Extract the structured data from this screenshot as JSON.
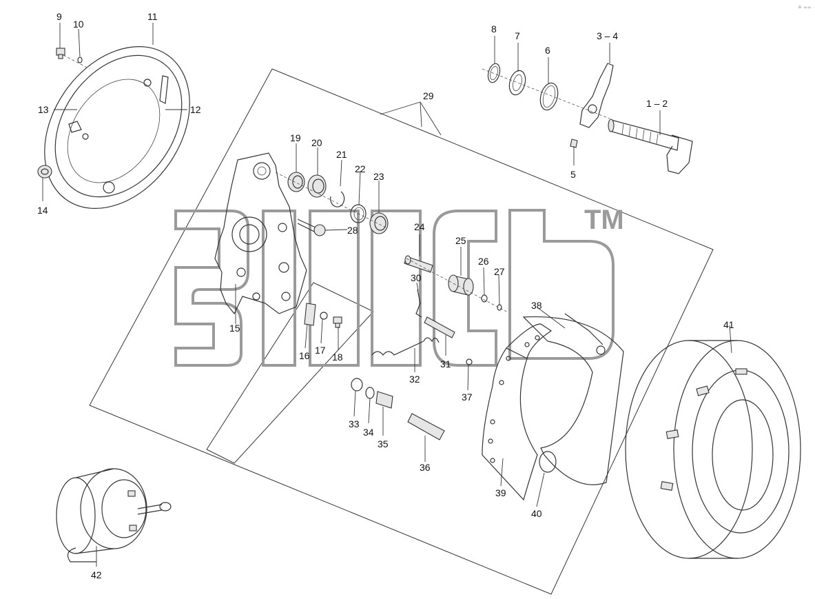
{
  "corner_text": "≛ ∞∞",
  "watermark": {
    "trademark": "TM"
  },
  "callouts": [
    {
      "id": "1-2",
      "text": "1 – 2"
    },
    {
      "id": "3-4",
      "text": "3 – 4"
    },
    {
      "id": "5",
      "text": "5"
    },
    {
      "id": "6",
      "text": "6"
    },
    {
      "id": "7",
      "text": "7"
    },
    {
      "id": "8",
      "text": "8"
    },
    {
      "id": "9",
      "text": "9"
    },
    {
      "id": "10",
      "text": "10"
    },
    {
      "id": "11",
      "text": "11"
    },
    {
      "id": "12",
      "text": "12"
    },
    {
      "id": "13",
      "text": "13"
    },
    {
      "id": "14",
      "text": "14"
    },
    {
      "id": "15",
      "text": "15"
    },
    {
      "id": "16",
      "text": "16"
    },
    {
      "id": "17",
      "text": "17"
    },
    {
      "id": "18",
      "text": "18"
    },
    {
      "id": "19",
      "text": "19"
    },
    {
      "id": "20",
      "text": "20"
    },
    {
      "id": "21",
      "text": "21"
    },
    {
      "id": "22",
      "text": "22"
    },
    {
      "id": "23",
      "text": "23"
    },
    {
      "id": "24",
      "text": "24"
    },
    {
      "id": "25",
      "text": "25"
    },
    {
      "id": "26",
      "text": "26"
    },
    {
      "id": "27",
      "text": "27"
    },
    {
      "id": "28",
      "text": "28"
    },
    {
      "id": "29",
      "text": "29"
    },
    {
      "id": "30",
      "text": "30"
    },
    {
      "id": "31",
      "text": "31"
    },
    {
      "id": "32",
      "text": "32"
    },
    {
      "id": "33",
      "text": "33"
    },
    {
      "id": "34",
      "text": "34"
    },
    {
      "id": "35",
      "text": "35"
    },
    {
      "id": "36",
      "text": "36"
    },
    {
      "id": "37",
      "text": "37"
    },
    {
      "id": "38",
      "text": "38"
    },
    {
      "id": "39",
      "text": "39"
    },
    {
      "id": "40",
      "text": "40"
    },
    {
      "id": "41",
      "text": "41"
    },
    {
      "id": "42",
      "text": "42"
    }
  ]
}
